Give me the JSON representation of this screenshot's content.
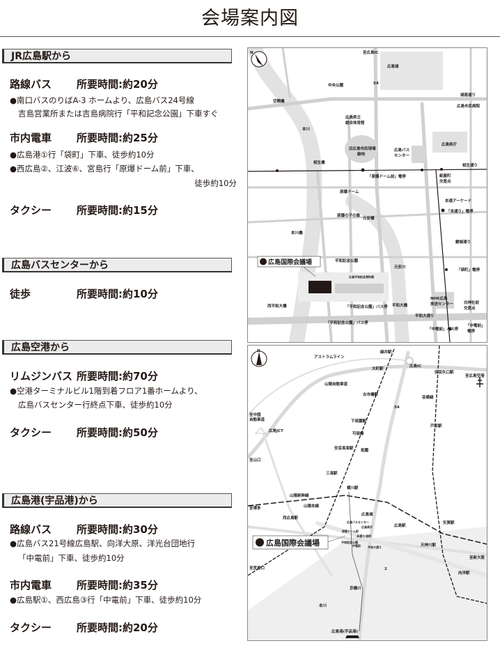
{
  "title": "会場案内図",
  "sections": [
    {
      "header": "JR広島駅から",
      "modes": [
        {
          "name": "路線バス",
          "time": "所要時間:約20分",
          "lines": [
            "●南口バスのりばA-3 ホームより、広島バス24号線",
            "吉島営業所または吉島病院行「平和記念公園」下車すぐ"
          ]
        },
        {
          "name": "市内電車",
          "time": "所要時間:約25分",
          "lines": [
            "●広島港①行「袋町」下車、徒歩約10分",
            "●西広島②、江波⑥、宮島行「原爆ドーム前」下車、",
            "徒歩約10分"
          ]
        },
        {
          "name": "タクシー",
          "time": "所要時間:約15分",
          "lines": []
        }
      ]
    },
    {
      "header": "広島バスセンターから",
      "modes": [
        {
          "name": "徒歩",
          "time": "所要時間:約10分",
          "lines": []
        }
      ]
    },
    {
      "header": "広島空港から",
      "modes": [
        {
          "name": "リムジンバス",
          "time": "所要時間:約70分",
          "lines": [
            "●空港ターミナルビル1階到着フロア1番ホームより、",
            "広島バスセンター行終点下車、徒歩約10分"
          ]
        },
        {
          "name": "タクシー",
          "time": "所要時間:約50分",
          "lines": []
        }
      ]
    },
    {
      "header": "広島港(宇品港)から",
      "modes": [
        {
          "name": "路線バス",
          "time": "所要時間:約30分",
          "lines": [
            "●広島バス21号線広島駅、向洋大原、洋光台団地行",
            "「中電前」下車、徒歩約10分"
          ]
        },
        {
          "name": "市内電車",
          "time": "所要時間:約35分",
          "lines": [
            "●広島駅①、西広島③行「中電前」下車、徒歩約10分"
          ]
        },
        {
          "name": "タクシー",
          "time": "所要時間:約20分",
          "lines": []
        }
      ]
    }
  ],
  "map_detail": {
    "venue": "広島国際会議場",
    "labels": [
      "広島城",
      "中央公園",
      "城南通り",
      "広島市民病院",
      "広島県立",
      "総合体育館",
      "旧広島市民球場",
      "跡地",
      "広島バス",
      "センター",
      "広島県庁",
      "相生通り",
      "紙屋町",
      "交差点",
      "「原爆ドーム前」電停",
      "相生橋",
      "空鞘橋",
      "本川",
      "原爆ドーム",
      "本通アーケード",
      "「本通り」電停",
      "元安橋",
      "原爆の子の像",
      "本川橋",
      "鯉城通り",
      "平和記念公園",
      "元安川",
      "「袋町」電停",
      "広島平和記念資料館",
      "NHK広島",
      "放送センター",
      "白神社前",
      "交差点",
      "西平和大橋",
      "「平和記念公園」バス停",
      "平和大橋",
      "平和大通り",
      "「平和記念公園」バス停",
      "「中電前」バス停",
      "「中電前」",
      "電停",
      "至広島IC",
      "54",
      "N"
    ]
  },
  "map_area": {
    "venue": "広島国際会議場",
    "labels": [
      "アストラムライン",
      "緑井駅",
      "広島IC",
      "大町駅",
      "安芸矢口駅",
      "至広島空港",
      "山陽自動車道",
      "古市橋駅",
      "芸備線",
      "下祇園駅",
      "戸坂駅",
      "至中国",
      "自動車道",
      "広島JCT",
      "可部線",
      "安芸長束駅",
      "祇園",
      "至山口",
      "三滝駅",
      "横川駅",
      "山陽新幹線",
      "至博多",
      "山陽本線",
      "西広島駅",
      "広島城",
      "広島バスセンター",
      "広島県庁",
      "原爆ドーム前",
      "本通り/袋町",
      "平和記念公園",
      "中電前",
      "平和大通り",
      "広島駅",
      "矢賀駅",
      "天神川駅",
      "至新大阪",
      "向洋駅",
      "至宮島口",
      "京橋川",
      "本川",
      "広島港(宇品港)",
      "54",
      "2",
      "N"
    ]
  }
}
